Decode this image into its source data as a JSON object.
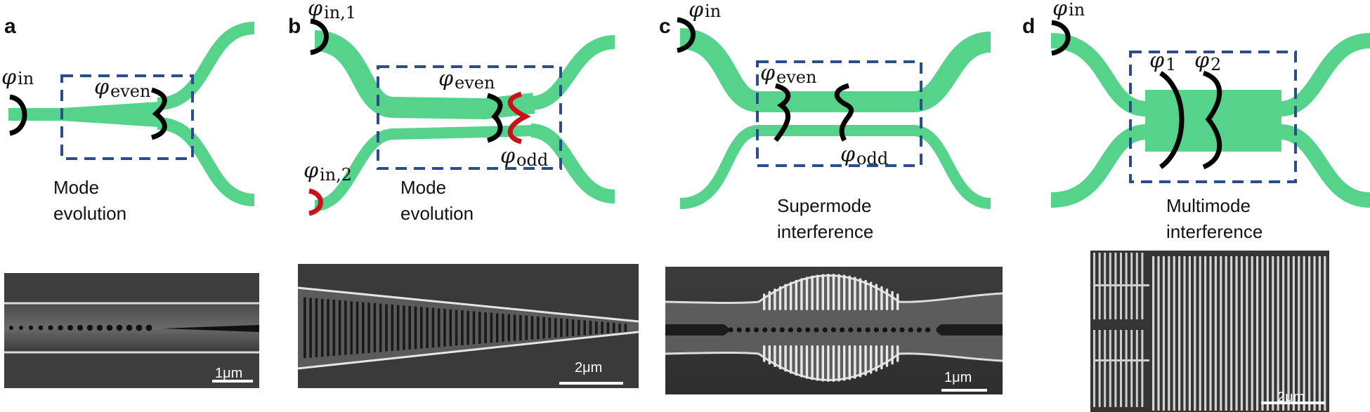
{
  "panels": {
    "a": {
      "letter": "a",
      "phi_in": "φ",
      "phi_in_sub": "in",
      "phi_even": "φ",
      "phi_even_sub": "even",
      "caption": [
        "Mode",
        "evolution"
      ],
      "scale": "1μm"
    },
    "b": {
      "letter": "b",
      "phi_in1": "φ",
      "phi_in1_sub": "in,1",
      "phi_in2": "φ",
      "phi_in2_sub": "in,2",
      "phi_even": "φ",
      "phi_even_sub": "even",
      "phi_odd": "φ",
      "phi_odd_sub": "odd",
      "caption": [
        "Mode",
        "evolution"
      ],
      "scale": "2μm"
    },
    "c": {
      "letter": "c",
      "phi_in": "φ",
      "phi_in_sub": "in",
      "phi_even": "φ",
      "phi_even_sub": "even",
      "phi_odd": "φ",
      "phi_odd_sub": "odd",
      "caption": [
        "Supermode",
        "interference"
      ],
      "scale": "1μm"
    },
    "d": {
      "letter": "d",
      "phi_in": "φ",
      "phi_in_sub": "in",
      "phi_1": "φ",
      "phi_1_sub": "1",
      "phi_2": "φ",
      "phi_2_sub": "2",
      "caption": [
        "Multimode",
        "interference"
      ],
      "scale": "2μm"
    }
  },
  "colors": {
    "waveguide": "#55d38b",
    "dashed_box": "#2c4d8c",
    "wavefront": "#000000",
    "odd_wavefront": "#c8121a",
    "sem_background": "#3a3a3a"
  }
}
